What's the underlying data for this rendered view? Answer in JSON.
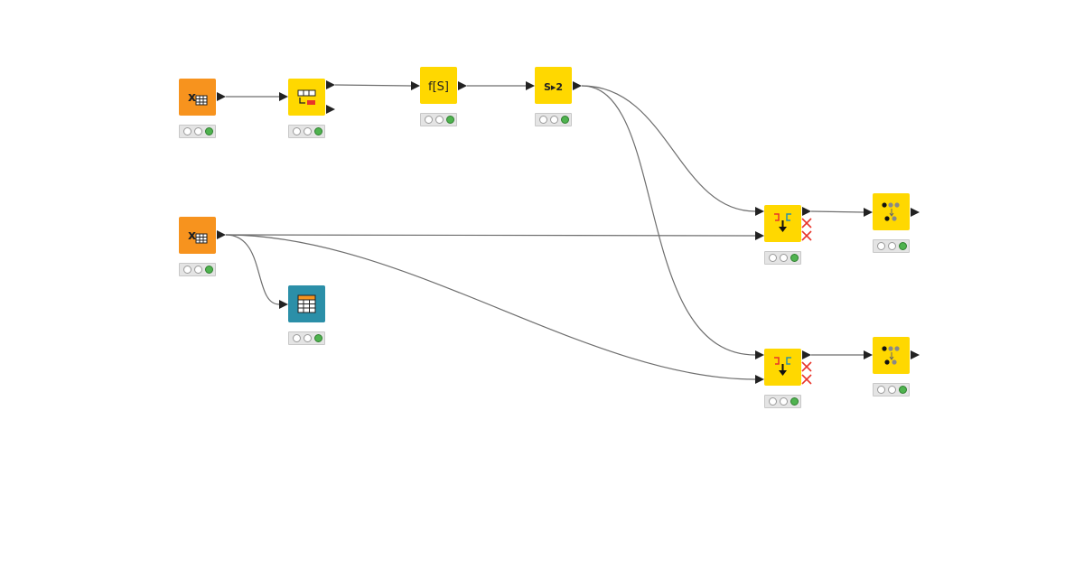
{
  "workflow": {
    "nodes": [
      {
        "id": "excel-reader-1",
        "kind": "Excel Reader",
        "color": "#f7931e",
        "icon": "excel-reader-icon"
      },
      {
        "id": "row-splitter",
        "kind": "Row Splitter",
        "color": "#ffd800",
        "icon": "row-splitter-icon"
      },
      {
        "id": "string-manipulation",
        "kind": "String Manipulation",
        "color": "#ffd800",
        "icon": "string-manipulation-icon",
        "label": "f[S]"
      },
      {
        "id": "string-to-number",
        "kind": "String to Number",
        "color": "#ffd800",
        "icon": "string-to-number-icon",
        "label": "S▸2"
      },
      {
        "id": "excel-reader-2",
        "kind": "Excel Reader",
        "color": "#f7931e",
        "icon": "excel-reader-icon"
      },
      {
        "id": "table-view",
        "kind": "Table View",
        "color": "#2b8fa8",
        "icon": "table-view-icon"
      },
      {
        "id": "joiner-1",
        "kind": "Joiner",
        "color": "#ffd800",
        "icon": "joiner-icon"
      },
      {
        "id": "joiner-2",
        "kind": "Joiner",
        "color": "#ffd800",
        "icon": "joiner-icon"
      },
      {
        "id": "column-filter-1",
        "kind": "Column Filter",
        "color": "#ffd800",
        "icon": "column-filter-icon"
      },
      {
        "id": "column-filter-2",
        "kind": "Column Filter",
        "color": "#ffd800",
        "icon": "column-filter-icon"
      }
    ],
    "status_state": "executed",
    "status_colors": {
      "idle": "#ffffff",
      "executed": "#4fb34f"
    },
    "connections": [
      {
        "from": "excel-reader-1",
        "to": "row-splitter"
      },
      {
        "from": "row-splitter",
        "to": "string-manipulation"
      },
      {
        "from": "string-manipulation",
        "to": "string-to-number"
      },
      {
        "from": "string-to-number",
        "to": "joiner-1"
      },
      {
        "from": "string-to-number",
        "to": "joiner-2"
      },
      {
        "from": "excel-reader-2",
        "to": "joiner-1"
      },
      {
        "from": "excel-reader-2",
        "to": "joiner-2"
      },
      {
        "from": "excel-reader-2",
        "to": "table-view"
      },
      {
        "from": "joiner-1",
        "to": "column-filter-1"
      },
      {
        "from": "joiner-2",
        "to": "column-filter-2"
      }
    ]
  },
  "labels": {
    "string_manipulation": "f[S]",
    "string_to_number": "S▸2"
  }
}
